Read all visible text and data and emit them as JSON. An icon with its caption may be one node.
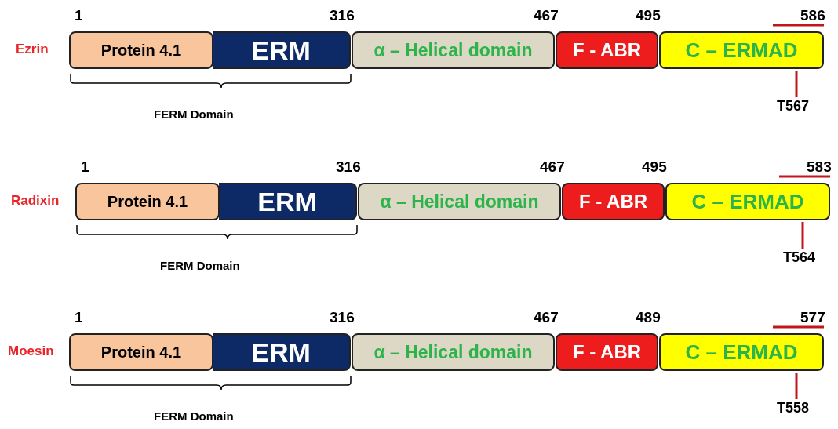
{
  "diagram": {
    "nodes": [
      {
        "text": [
          "Protein 4.1"
        ]
      },
      {
        "text": [
          "ERM"
        ]
      },
      {
        "text": [
          "α – Helical domain"
        ]
      },
      {
        "text": [
          "F - ABR"
        ]
      },
      {
        "text": [
          "C – ERMAD"
        ]
      },
      {
        "text": [
          "T567"
        ]
      },
      {
        "text": [
          "Protein 4.1"
        ]
      },
      {
        "text": [
          "ERM"
        ]
      },
      {
        "text": [
          "α – Helical domain"
        ]
      },
      {
        "text": [
          "F - ABR"
        ]
      },
      {
        "text": [
          "C – ERMAD"
        ]
      },
      {
        "text": [
          "T564"
        ]
      },
      {
        "text": [
          "Protein 4.1"
        ]
      },
      {
        "text": [
          "ERM"
        ]
      },
      {
        "text": [
          "α – Helical domain"
        ]
      },
      {
        "text": [
          "F - ABR"
        ]
      },
      {
        "text": [
          "C – ERMAD"
        ]
      },
      {
        "text": [
          "T558"
        ]
      }
    ],
    "edges": [
      {
        "from": 5,
        "to": 4,
        "arrow": "none",
        "color": "#c0161c"
      },
      {
        "from": 11,
        "to": 10,
        "arrow": "none",
        "color": "#c0161c"
      },
      {
        "from": 17,
        "to": 16,
        "arrow": "none",
        "color": "#c0161c"
      }
    ],
    "labels": [
      "Ezrin",
      "1",
      "316",
      "467",
      "495",
      "586",
      "FERM Domain",
      "Radixin",
      "1",
      "316",
      "467",
      "495",
      "583",
      "FERM Domain",
      "Moesin",
      "1",
      "316",
      "467",
      "489",
      "577",
      "FERM Domain"
    ]
  }
}
